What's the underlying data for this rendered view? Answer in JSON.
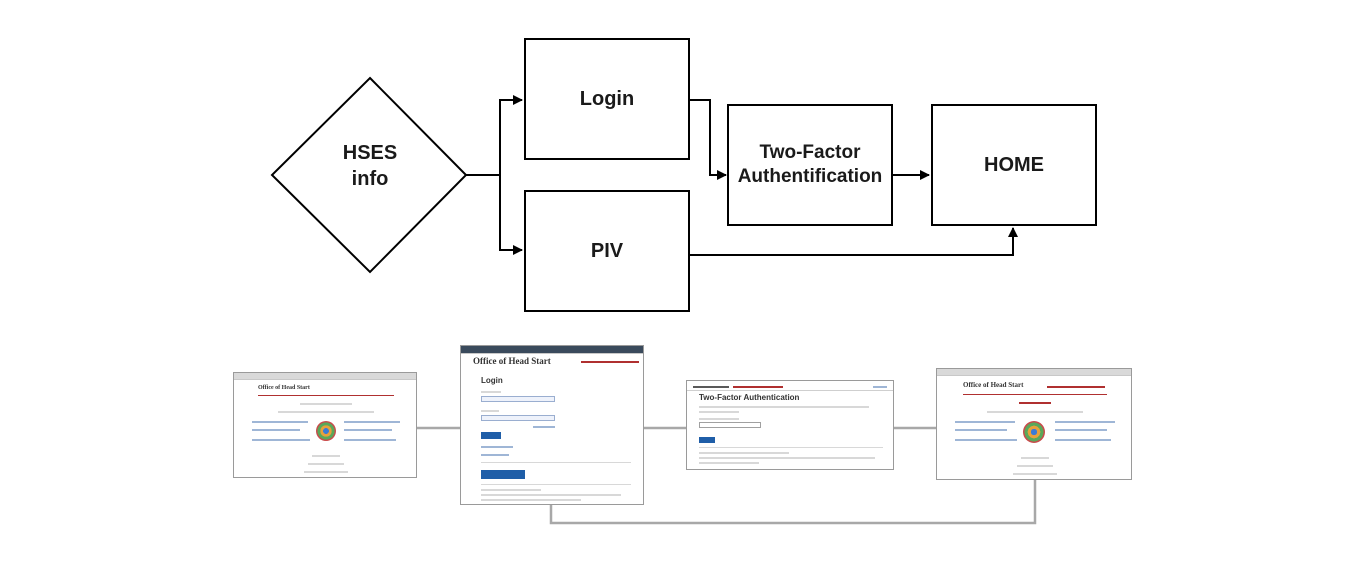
{
  "flow": {
    "hses_info": "HSES\ninfo",
    "login": "Login",
    "piv": "PIV",
    "two_factor": "Two-Factor\nAuthentification",
    "home": "HOME"
  },
  "thumbnails": {
    "login_page": {
      "logo": "Office of Head Start",
      "title": "Login"
    },
    "two_factor_page": {
      "title": "Two-Factor Authentication"
    },
    "home_page": {
      "logo": "Office of Head Start"
    },
    "info_page": {
      "logo": "Office of Head Start"
    }
  },
  "colors": {
    "shape_border": "#000000",
    "connector_gray": "#a8a8a8",
    "link_blue": "#1f5ea8",
    "accent_red": "#b03030"
  }
}
